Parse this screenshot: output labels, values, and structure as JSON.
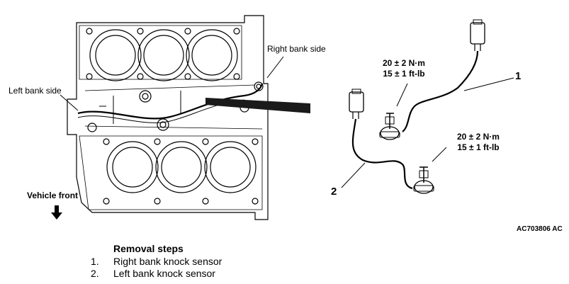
{
  "diagram": {
    "labels": {
      "right_bank_side": "Right bank side",
      "left_bank_side": "Left bank side",
      "vehicle_front": "Vehicle front"
    },
    "torque_specs": [
      {
        "nm": "20 ± 2 N·m",
        "ftlb": "15 ± 1 ft-lb"
      },
      {
        "nm": "20 ± 2 N·m",
        "ftlb": "15 ± 1 ft-lb"
      }
    ],
    "callouts": [
      "1",
      "2"
    ],
    "figure_id": "AC703806 AC"
  },
  "removal": {
    "title": "Removal steps",
    "steps": [
      {
        "num": "1.",
        "text": "Right bank knock sensor"
      },
      {
        "num": "2.",
        "text": "Left bank knock sensor"
      }
    ]
  }
}
